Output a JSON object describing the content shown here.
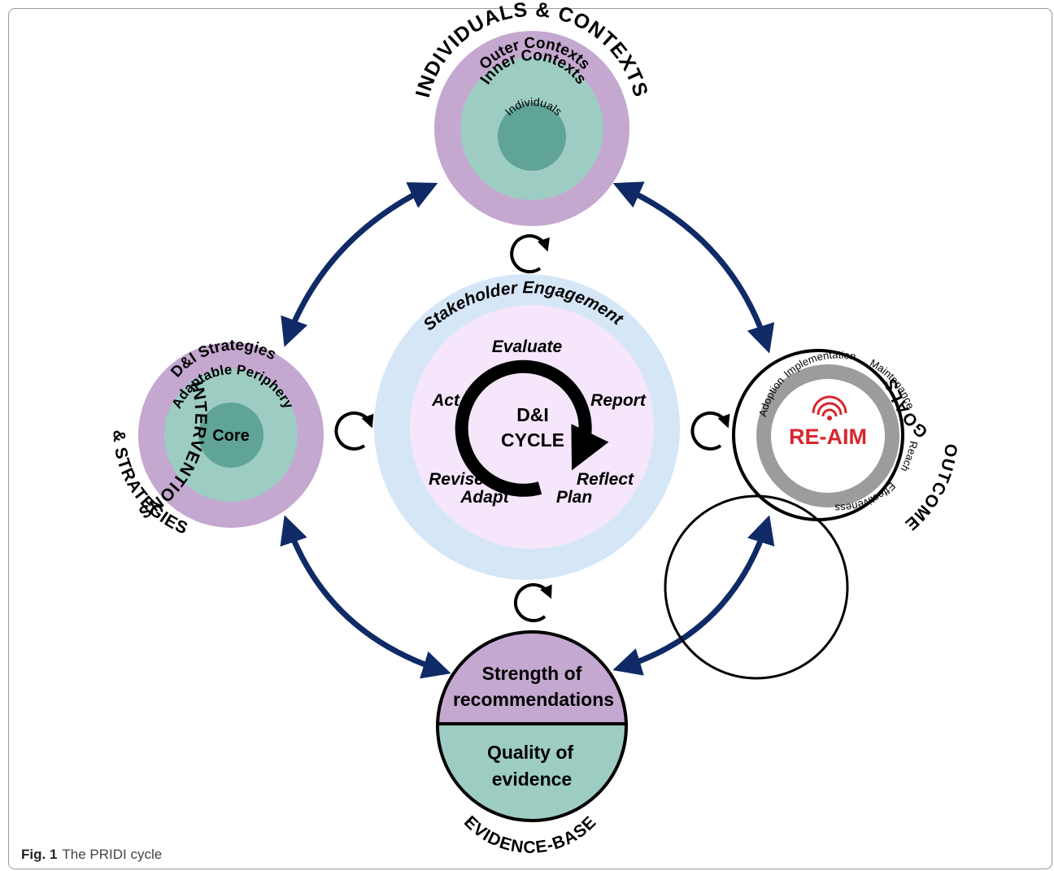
{
  "caption": {
    "label": "Fig. 1",
    "text": "The PRIDI cycle"
  },
  "top_node": {
    "title": "INDIVIDUALS & CONTEXTS",
    "rings": [
      "Outer Contexts",
      "Inner Contexts",
      "Individuals"
    ]
  },
  "left_node": {
    "title_top": "INTERVENTIONS",
    "title_bottom": "& STRATEGIES",
    "rings": [
      "D&I Strategies",
      "Adaptable Periphery",
      "Core"
    ]
  },
  "right_node": {
    "title_top": "GOALS",
    "title_bottom": "& OUTCOMES",
    "logo_text": "RE-AIM",
    "ring_words": [
      "Adoption",
      "Implementation",
      "Maintenance",
      "Reach",
      "Effectiveness"
    ]
  },
  "bottom_node": {
    "title": "EVIDENCE-BASE",
    "top_text": [
      "Strength of",
      "recommendations"
    ],
    "bottom_text": [
      "Quality of",
      "evidence"
    ]
  },
  "center": {
    "ring_label": "Stakeholder Engagement",
    "cycle_title": [
      "D&I",
      "CYCLE"
    ],
    "steps": {
      "evaluate": "Evaluate",
      "report": "Report",
      "reflect": "Reflect",
      "plan": "Plan",
      "adapt": "Adapt",
      "revise": "Revise",
      "act": "Act"
    }
  },
  "colors": {
    "navy": "#0f2a66",
    "purple": "#c4a8d0",
    "teal_light": "#9dccc3",
    "teal_dark": "#5fa497",
    "blue_light": "#d5e6f7",
    "pink_light": "#f5e6fb",
    "reaim_red": "#d8262c",
    "grey_ring": "#9c9c9c"
  }
}
